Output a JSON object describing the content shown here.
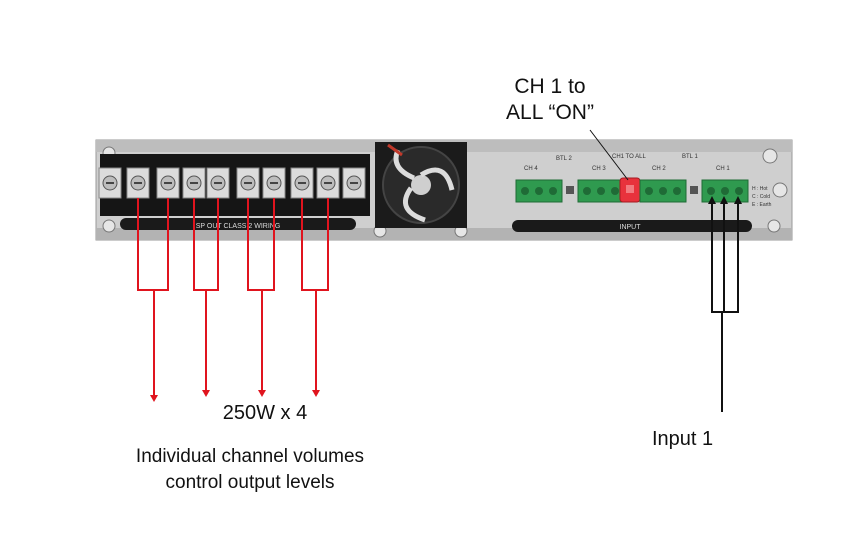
{
  "callout": {
    "line1": "CH 1 to",
    "line2": "ALL “ON”"
  },
  "power": {
    "label": "250W x 4"
  },
  "note": {
    "line1": "Individual channel volumes",
    "line2": "control output levels"
  },
  "input": {
    "label": "Input 1"
  },
  "panel": {
    "speaker_strip_label": "SP OUT CLASS 2 WIRING",
    "input_strip_label": "INPUT",
    "channel_labels": [
      "CH 4",
      "CH 3",
      "CH 2",
      "CH 1"
    ],
    "btl_labels": [
      "BTL 2",
      "BTL 1"
    ],
    "switch_label": "CH1 TO ALL",
    "terminal_pins": [
      "H",
      "C",
      "E"
    ],
    "legend": [
      "H : Hot",
      "C : Cold",
      "E : Earth"
    ]
  },
  "colors": {
    "wire": "#e0141e",
    "panel": "#c9c9c9",
    "strip": "#1a1a1a",
    "connector": "#2f9a4f",
    "switch": "#e8323c"
  }
}
